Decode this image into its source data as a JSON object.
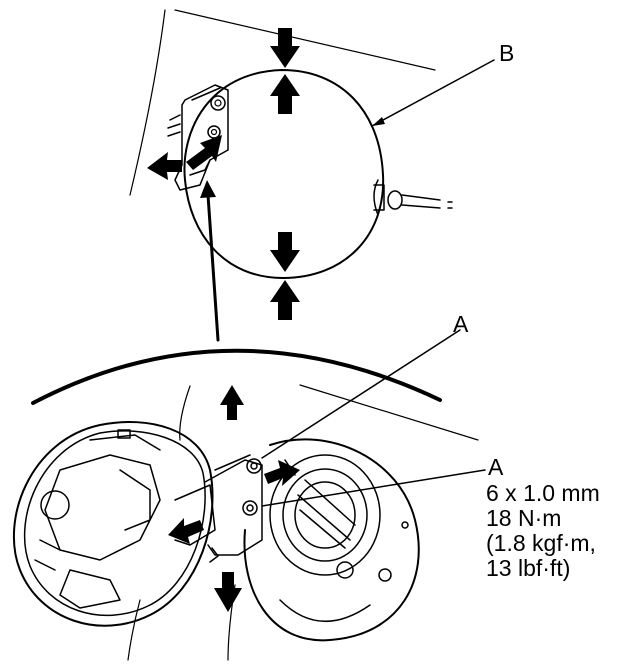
{
  "labels": {
    "b": "B",
    "a_top": "A",
    "a_spec": "A"
  },
  "spec": {
    "size": "6 x 1.0 mm",
    "torque_nm": "18 N·m",
    "torque_kgfm": "(1.8 kgf·m,",
    "torque_lbfft": "13 lbf·ft)"
  }
}
